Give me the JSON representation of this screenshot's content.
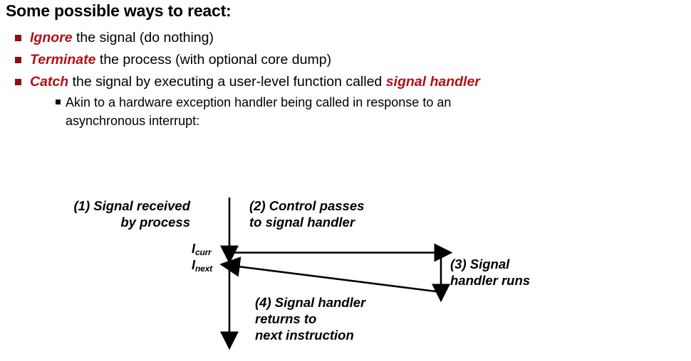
{
  "slide": {
    "title": "Some possible ways to react:"
  },
  "bullets": [
    {
      "level": 1,
      "marker": "square-bullet-red",
      "keyword": "Ignore",
      "rest": " the signal (do nothing)"
    },
    {
      "level": 1,
      "marker": "square-bullet-red",
      "keyword": "Terminate",
      "rest": " the process (with optional core dump)"
    },
    {
      "level": 1,
      "marker": "square-bullet-red",
      "keyword": "Catch",
      "rest": " the signal by executing a user-level function called ",
      "keyword_tail": "signal handler"
    }
  ],
  "sub_bullet": {
    "marker": "square-bullet-black",
    "line1": "Akin to a hardware exception handler being called in response to an",
    "line2": "asynchronous interrupt:"
  },
  "diagram": {
    "labels": {
      "step1_line1": "(1) Signal received",
      "step1_line2": "by process",
      "step2_line1": "(2) Control passes",
      "step2_line2": "to signal handler",
      "step3_line1": "(3) Signal",
      "step3_line2": "handler runs",
      "step4_line1": "(4) Signal handler",
      "step4_line2": "returns to",
      "step4_line3": "next instruction"
    },
    "instruction_labels": {
      "curr_base": "I",
      "curr_sub": "curr",
      "next_base": "I",
      "next_sub": "next"
    }
  },
  "colors": {
    "accent_red": "#b01116",
    "bullet_red": "#8f0d14",
    "text_black": "#000000",
    "background": "#ffffff"
  }
}
